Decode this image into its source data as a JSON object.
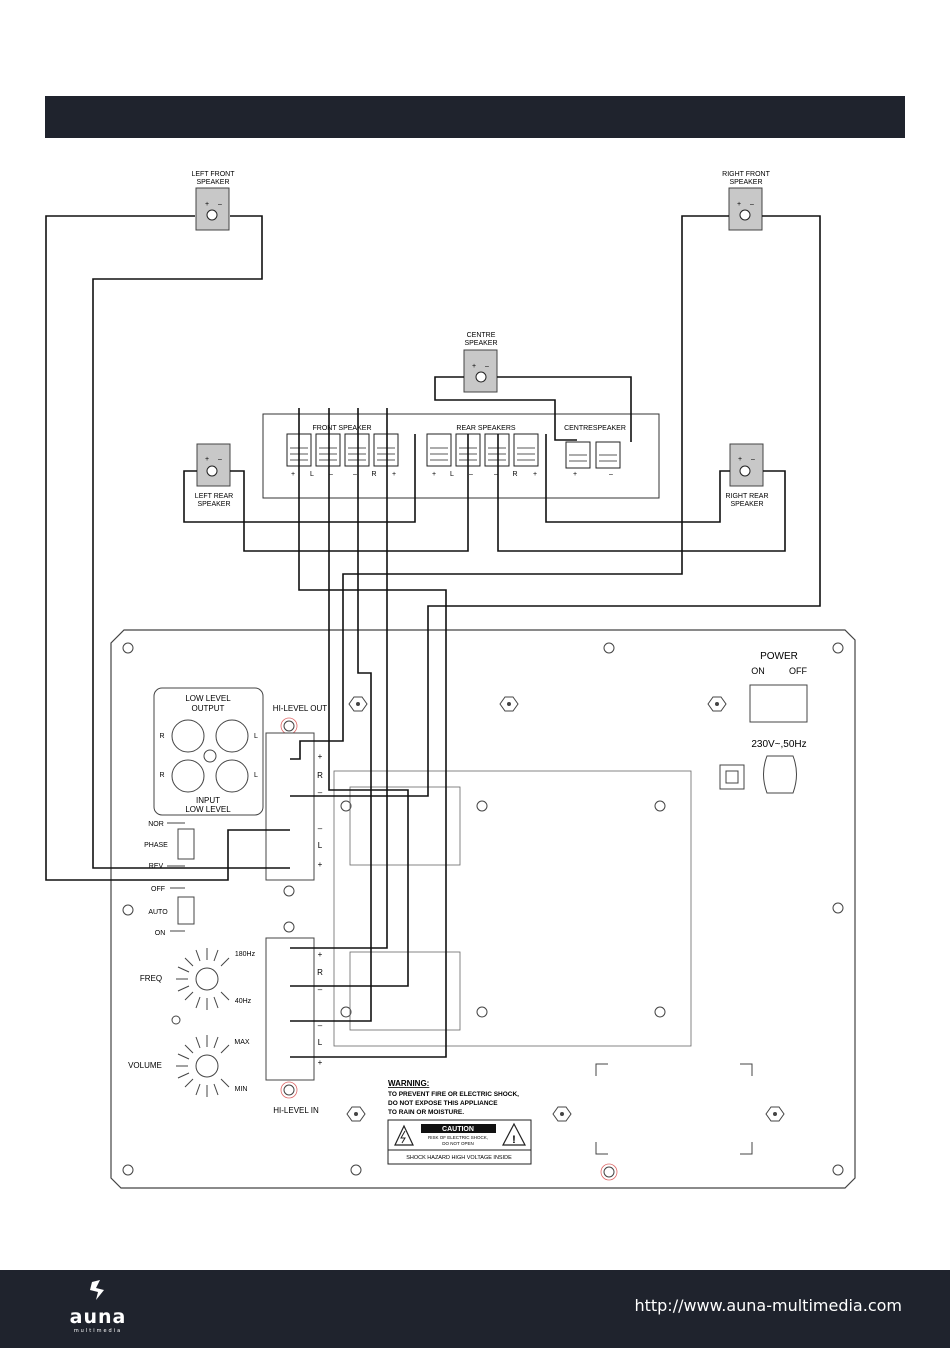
{
  "speakers": {
    "left_front": [
      "LEFT FRONT",
      "SPEAKER"
    ],
    "right_front": [
      "RIGHT FRONT",
      "SPEAKER"
    ],
    "centre": [
      "CENTRE",
      "SPEAKER"
    ],
    "left_rear": [
      "LEFT REAR",
      "SPEAKER"
    ],
    "right_rear": [
      "RIGHT REAR",
      "SPEAKER"
    ]
  },
  "terminal_polarity": {
    "plus": "+",
    "minus": "–"
  },
  "receiver": {
    "front_label": "FRONT SPEAKER",
    "rear_label": "REAR SPEAKERS",
    "centre_label": "CENTRESPEAKER",
    "front_marks": [
      "+",
      "L",
      "–",
      "–",
      "R",
      "+"
    ],
    "rear_marks": [
      "+",
      "L",
      "–",
      "–",
      "R",
      "+"
    ],
    "centre_marks": [
      "+",
      "–"
    ]
  },
  "panel": {
    "power": "POWER",
    "on": "ON",
    "off": "OFF",
    "voltage": "230V~,50Hz",
    "low_level_output": [
      "LOW LEVEL",
      "OUTPUT"
    ],
    "input_low_level": [
      "INPUT",
      "LOW LEVEL"
    ],
    "rca_r": "R",
    "rca_l": "L",
    "phase": "PHASE",
    "nor": "NOR",
    "rev": "REV",
    "off2": "OFF",
    "auto": "AUTO",
    "on2": "ON",
    "freq": "FREQ",
    "hz180": "180Hz",
    "hz40": "40Hz",
    "volume": "VOLUME",
    "max": "MAX",
    "min": "MIN",
    "hi_level_out": "HI-LEVEL OUT",
    "hi_level_in": "HI-LEVEL IN",
    "out_marks": [
      "+",
      "R",
      "–",
      "–",
      "L",
      "+"
    ],
    "in_marks": [
      "+",
      "R",
      "–",
      "–",
      "L",
      "+"
    ],
    "warning_title": "WARNING:",
    "warning_lines": [
      "TO PREVENT FIRE OR ELECTRIC SHOCK,",
      "DO NOT EXPOSE THIS APPLIANCE",
      "TO RAIN OR MOISTURE."
    ],
    "caution": "CAUTION",
    "caution_lines": [
      "RISK OF ELECTRIC SHOCK,",
      "DO NOT OPEN"
    ],
    "shock_hazard": "SHOCK HAZARD HIGH VOLTAGE INSIDE"
  },
  "footer": {
    "brand": "auna",
    "brand_sub": "multimedia",
    "url": "http://www.auna-multimedia.com"
  },
  "colors": {
    "dark_bar": "#1f232d",
    "terminal_grey": "#c8c8c8"
  }
}
